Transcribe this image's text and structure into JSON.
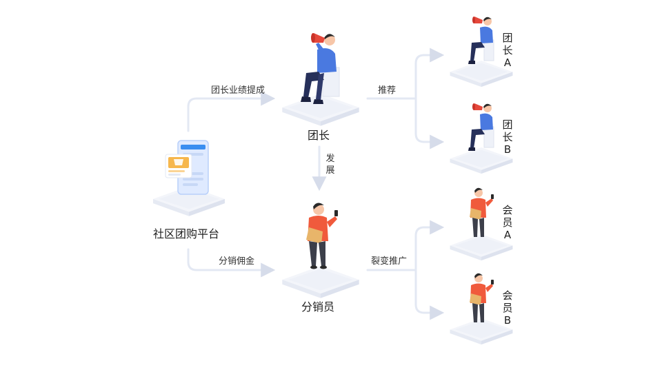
{
  "nodes": {
    "platform": "社区团购平台",
    "leader": "团长",
    "distributor": "分销员",
    "leader_a": [
      "团",
      "长",
      "A"
    ],
    "leader_b": [
      "团",
      "长",
      "B"
    ],
    "member_a": [
      "会",
      "员",
      "A"
    ],
    "member_b": [
      "会",
      "员",
      "B"
    ]
  },
  "edges": {
    "platform_to_leader": "团长业绩提成",
    "platform_to_distributor": "分销佣金",
    "leader_to_distributor": [
      "发",
      "展"
    ],
    "leader_to_subs": "推荐",
    "distributor_to_members": "裂变推广"
  },
  "colors": {
    "connector": "#e3e8f3",
    "arrow": "#d6dcea",
    "leader_shirt": "#4a79e0",
    "leader_pants": "#26305a",
    "megaphone": "#e5483b",
    "member_shirt": "#f05a3c",
    "member_pants": "#3c3f4a",
    "package": "#e8b56a",
    "phone_accent": "#3a8ef0",
    "platform_card": "#f6b74d"
  }
}
